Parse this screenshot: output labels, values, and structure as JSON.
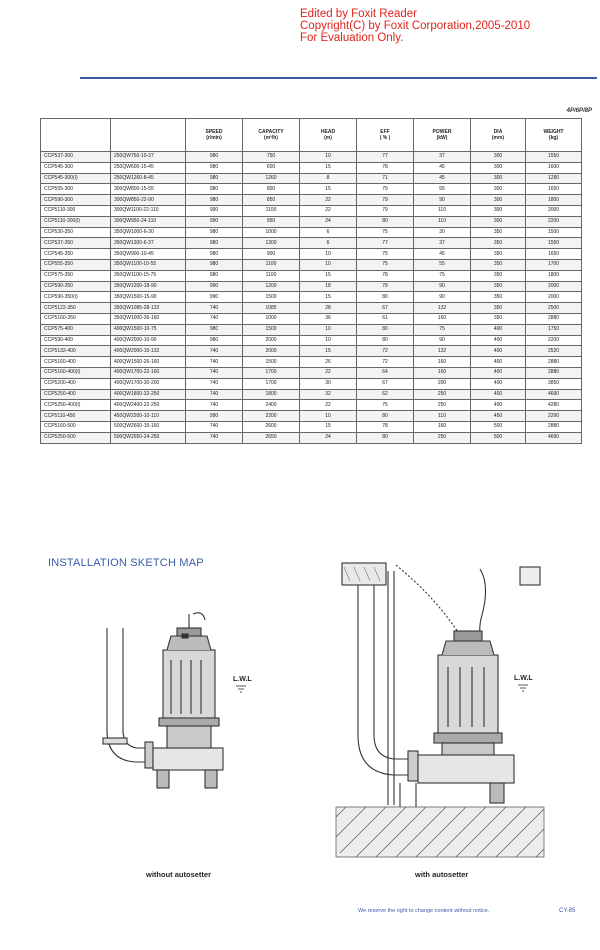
{
  "watermark": {
    "line1": "Edited by Foxit Reader",
    "line2": "Copyright(C) by Foxit Corporation,2005-2010",
    "line3": "For Evaluation Only."
  },
  "poles_label": "4P/6P/8P",
  "table": {
    "headers": [
      {
        "l1": "",
        "l2": ""
      },
      {
        "l1": "",
        "l2": ""
      },
      {
        "l1": "SPEED",
        "l2": "(r/min)"
      },
      {
        "l1": "CAPACITY",
        "l2": "(m³/h)"
      },
      {
        "l1": "HEAD",
        "l2": "(m)"
      },
      {
        "l1": "EFF",
        "l2": "( % )"
      },
      {
        "l1": "POWER",
        "l2": "(kW)"
      },
      {
        "l1": "DIA",
        "l2": "(mm)"
      },
      {
        "l1": "WEIGHT",
        "l2": "(kg)"
      }
    ],
    "rows": [
      [
        "CCP537-300",
        "250QW750-10-37",
        "980",
        "750",
        "10",
        "77",
        "37",
        "300",
        "1550"
      ],
      [
        "CCP545-300",
        "250QW600-15-45",
        "980",
        "600",
        "15",
        "78",
        "45",
        "300",
        "1600"
      ],
      [
        "CCP545-300(I)",
        "250QW1260-8-45",
        "980",
        "1260",
        "8",
        "71",
        "45",
        "300",
        "1280"
      ],
      [
        "CCP555-300",
        "300QW800-15-55",
        "980",
        "800",
        "15",
        "79",
        "55",
        "300",
        "1650"
      ],
      [
        "CCP590-300",
        "300QW850-22-90",
        "980",
        "850",
        "22",
        "79",
        "90",
        "300",
        "1800"
      ],
      [
        "CCP5110-300",
        "300QW1100-22-110",
        "990",
        "1100",
        "22",
        "79",
        "110",
        "300",
        "2000"
      ],
      [
        "CCP5110-300(I)",
        "300QW950-24-110",
        "990",
        "950",
        "24",
        "80",
        "110",
        "300",
        "2200"
      ],
      [
        "CCP530-350",
        "350QW1000-6-30",
        "980",
        "1000",
        "6",
        "75",
        "30",
        "350",
        "1500"
      ],
      [
        "CCP537-350",
        "350QW1300-6-37",
        "980",
        "1300",
        "6",
        "77",
        "37",
        "350",
        "1550"
      ],
      [
        "CCP545-350",
        "350QW900-10-45",
        "980",
        "900",
        "10",
        "75",
        "45",
        "350",
        "1650"
      ],
      [
        "CCP555-350",
        "350QW1100-10-55",
        "980",
        "1100",
        "10",
        "75",
        "55",
        "350",
        "1700"
      ],
      [
        "CCP575-350",
        "350QW1100-15-75",
        "980",
        "1100",
        "15",
        "78",
        "75",
        "350",
        "1800"
      ],
      [
        "CCP590-350",
        "350QW1200-18-90",
        "990",
        "1200",
        "18",
        "78",
        "90",
        "350",
        "2000"
      ],
      [
        "CCP590-350(I)",
        "350QW1500-15-90",
        "990",
        "1500",
        "15",
        "80",
        "90",
        "350",
        "2000"
      ],
      [
        "CCP5122-350",
        "350QW1085-28-132",
        "740",
        "1085",
        "28",
        "67",
        "132",
        "350",
        "2500"
      ],
      [
        "CCP5160-350",
        "350QW1000-36-160",
        "740",
        "1000",
        "36",
        "61",
        "160",
        "350",
        "2880"
      ],
      [
        "CCP575-400",
        "400QW1500-10-75",
        "980",
        "1500",
        "10",
        "80",
        "75",
        "400",
        "1750"
      ],
      [
        "CCP590-400",
        "400QW2000-10-90",
        "980",
        "2000",
        "10",
        "80",
        "90",
        "400",
        "2200"
      ],
      [
        "CCP5132-400",
        "400QW2000-15-132",
        "740",
        "2000",
        "15",
        "72",
        "132",
        "400",
        "2520"
      ],
      [
        "CCP5160-400",
        "400QW1500-26-160",
        "740",
        "1500",
        "26",
        "72",
        "160",
        "400",
        "2880"
      ],
      [
        "CCP5160-400(I)",
        "400QW1700-22-160",
        "740",
        "1700",
        "22",
        "64",
        "160",
        "400",
        "2880"
      ],
      [
        "CCP5200-400",
        "400QW1700-30-200",
        "740",
        "1700",
        "30",
        "67",
        "200",
        "400",
        "3850"
      ],
      [
        "CCP5250-400",
        "400QW1800-32-250",
        "740",
        "1800",
        "32",
        "62",
        "250",
        "400",
        "4690"
      ],
      [
        "CCP5250-400(I)",
        "400QW2400-22-250",
        "740",
        "2400",
        "22",
        "75",
        "250",
        "400",
        "4280"
      ],
      [
        "CCP5110-450",
        "450QW2200-10-110",
        "990",
        "2200",
        "10",
        "80",
        "110",
        "450",
        "2290"
      ],
      [
        "CCP5160-500",
        "500QW2600-15-160",
        "740",
        "2600",
        "15",
        "78",
        "160",
        "500",
        "2880"
      ],
      [
        "CCP5250-500",
        "500QW2650-24-250",
        "740",
        "2650",
        "24",
        "80",
        "250",
        "500",
        "4690"
      ]
    ]
  },
  "sketch": {
    "title": "INSTALLATION SKETCH MAP",
    "caption_left": "without autosetter",
    "caption_right": "with autosetter",
    "lwl_label": "L.W.L",
    "lwl_label_right": "L.W.L"
  },
  "footer": {
    "notice": "We reserve the right to change content without notice.",
    "page": "CY-85"
  }
}
